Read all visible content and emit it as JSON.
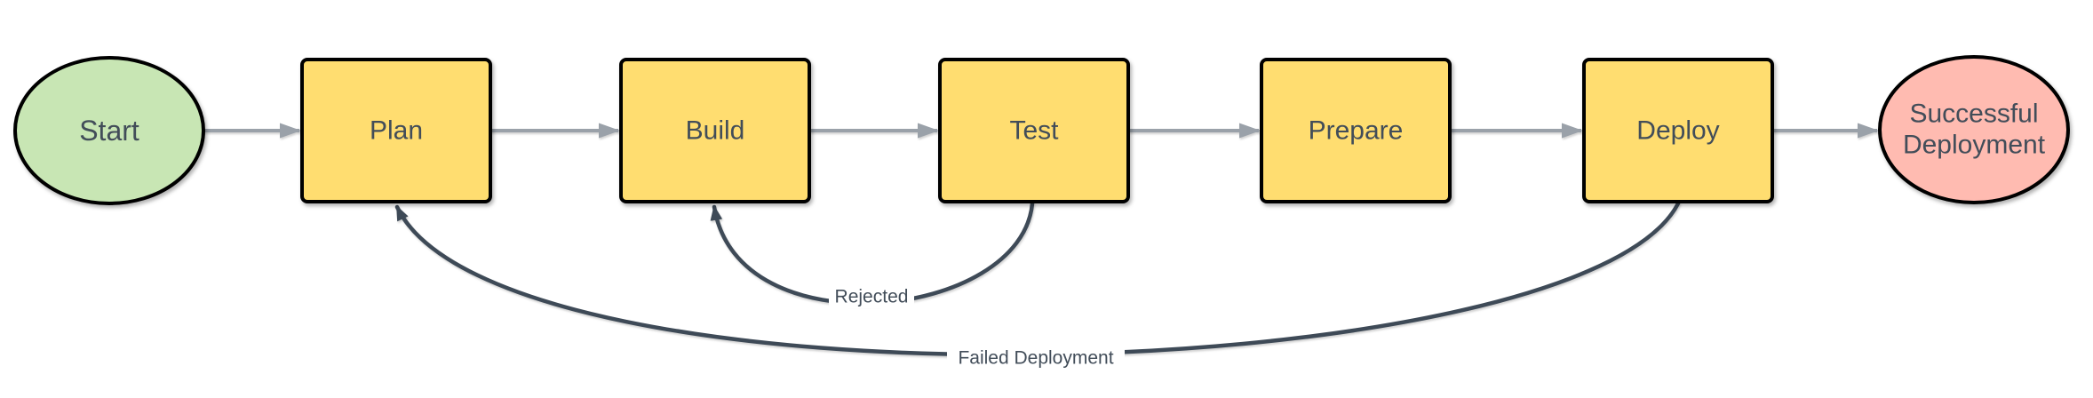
{
  "diagram": {
    "background": "#ffffff",
    "colors": {
      "start_node_fill": "#c8e6b4",
      "process_node_fill": "#ffdd70",
      "end_node_fill": "#ffbbb1",
      "node_border": "#000000",
      "flow_arrow": "#9aa1a9",
      "return_edge": "#3e4a57",
      "label_text": "#424d59"
    },
    "nodes": {
      "start": {
        "label": "Start",
        "shape": "ellipse"
      },
      "plan": {
        "label": "Plan",
        "shape": "rectangle"
      },
      "build": {
        "label": "Build",
        "shape": "rectangle"
      },
      "test": {
        "label": "Test",
        "shape": "rectangle"
      },
      "prepare": {
        "label": "Prepare",
        "shape": "rectangle"
      },
      "deploy": {
        "label": "Deploy",
        "shape": "rectangle"
      },
      "success": {
        "label": "Successful Deployment",
        "line1": "Successful",
        "line2": "Deployment",
        "shape": "ellipse"
      }
    },
    "edges": {
      "rejected": {
        "label": "Rejected",
        "from": "Test",
        "to": "Build"
      },
      "failed_deployment": {
        "label": "Failed Deployment",
        "from": "Deploy",
        "to": "Plan"
      }
    }
  }
}
